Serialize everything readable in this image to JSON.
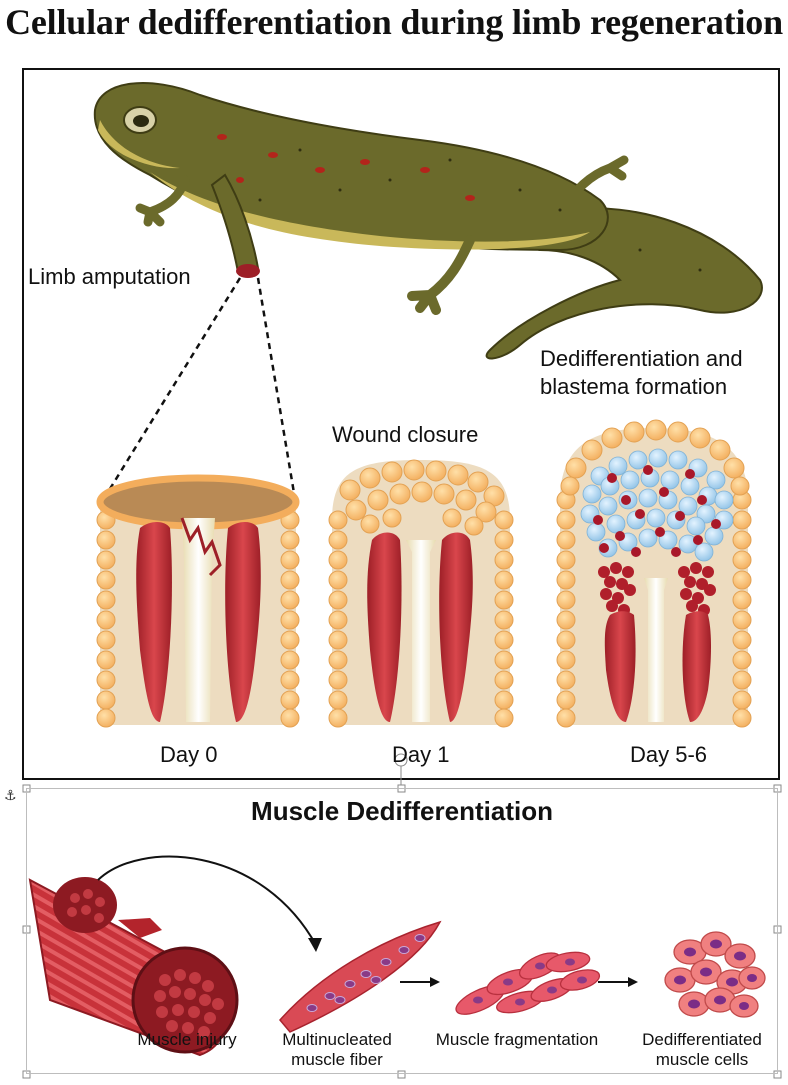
{
  "title": "Cellular dedifferentiation during limb regeneration",
  "limb_panel": {
    "amputation_label": "Limb amputation",
    "blastema_label_line1": "Dedifferentiation and",
    "blastema_label_line2": "blastema formation",
    "wound_label": "Wound closure",
    "stages": [
      {
        "label": "Day 0"
      },
      {
        "label": "Day 1"
      },
      {
        "label": "Day 5-6"
      }
    ]
  },
  "muscle_panel": {
    "title": "Muscle Dedifferentiation",
    "steps": [
      {
        "line1": "Muscle injury",
        "line2": ""
      },
      {
        "line1": "Multinucleated",
        "line2": "muscle fiber"
      },
      {
        "line1": "Muscle fragmentation",
        "line2": ""
      },
      {
        "line1": "Dedifferentiated",
        "line2": "muscle cells"
      }
    ]
  },
  "colors": {
    "salamander_body": "#6b6a2b",
    "salamander_belly": "#c9b85a",
    "spots": "#b3241b",
    "muscle": "#c8353c",
    "epidermis_cells": "#f7c17a",
    "tissue": "#eddcc0",
    "blastema_cells": "#a9d2ee",
    "nuclei": "#8a3a86"
  }
}
